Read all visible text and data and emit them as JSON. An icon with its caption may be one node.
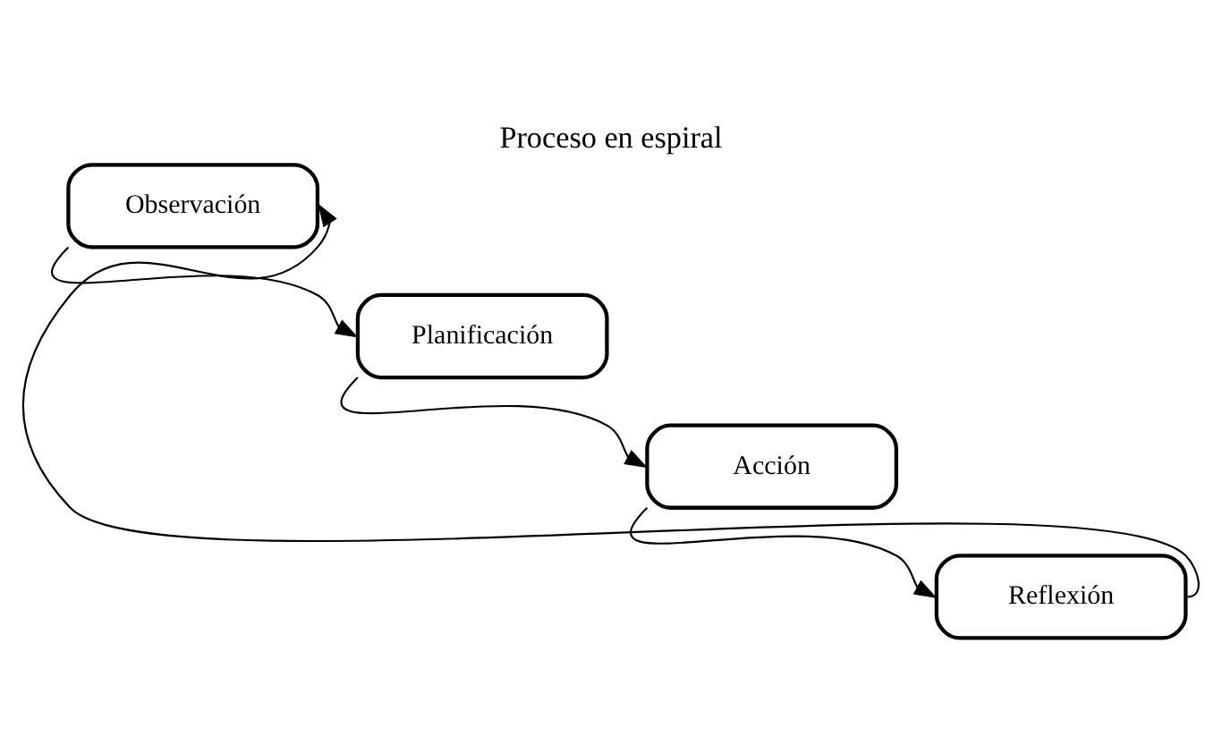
{
  "diagram": {
    "title": "Proceso en espiral",
    "nodes": [
      {
        "text": [
          "Observación"
        ]
      },
      {
        "text": [
          "Planificación"
        ]
      },
      {
        "text": [
          "Acción"
        ]
      },
      {
        "text": [
          "Reflexión"
        ]
      }
    ],
    "edges": [
      {
        "from": 0,
        "to": 1,
        "arrow": "to"
      },
      {
        "from": 1,
        "to": 2,
        "arrow": "to"
      },
      {
        "from": 2,
        "to": 3,
        "arrow": "to"
      },
      {
        "from": 3,
        "to": 0,
        "arrow": "to"
      }
    ]
  }
}
